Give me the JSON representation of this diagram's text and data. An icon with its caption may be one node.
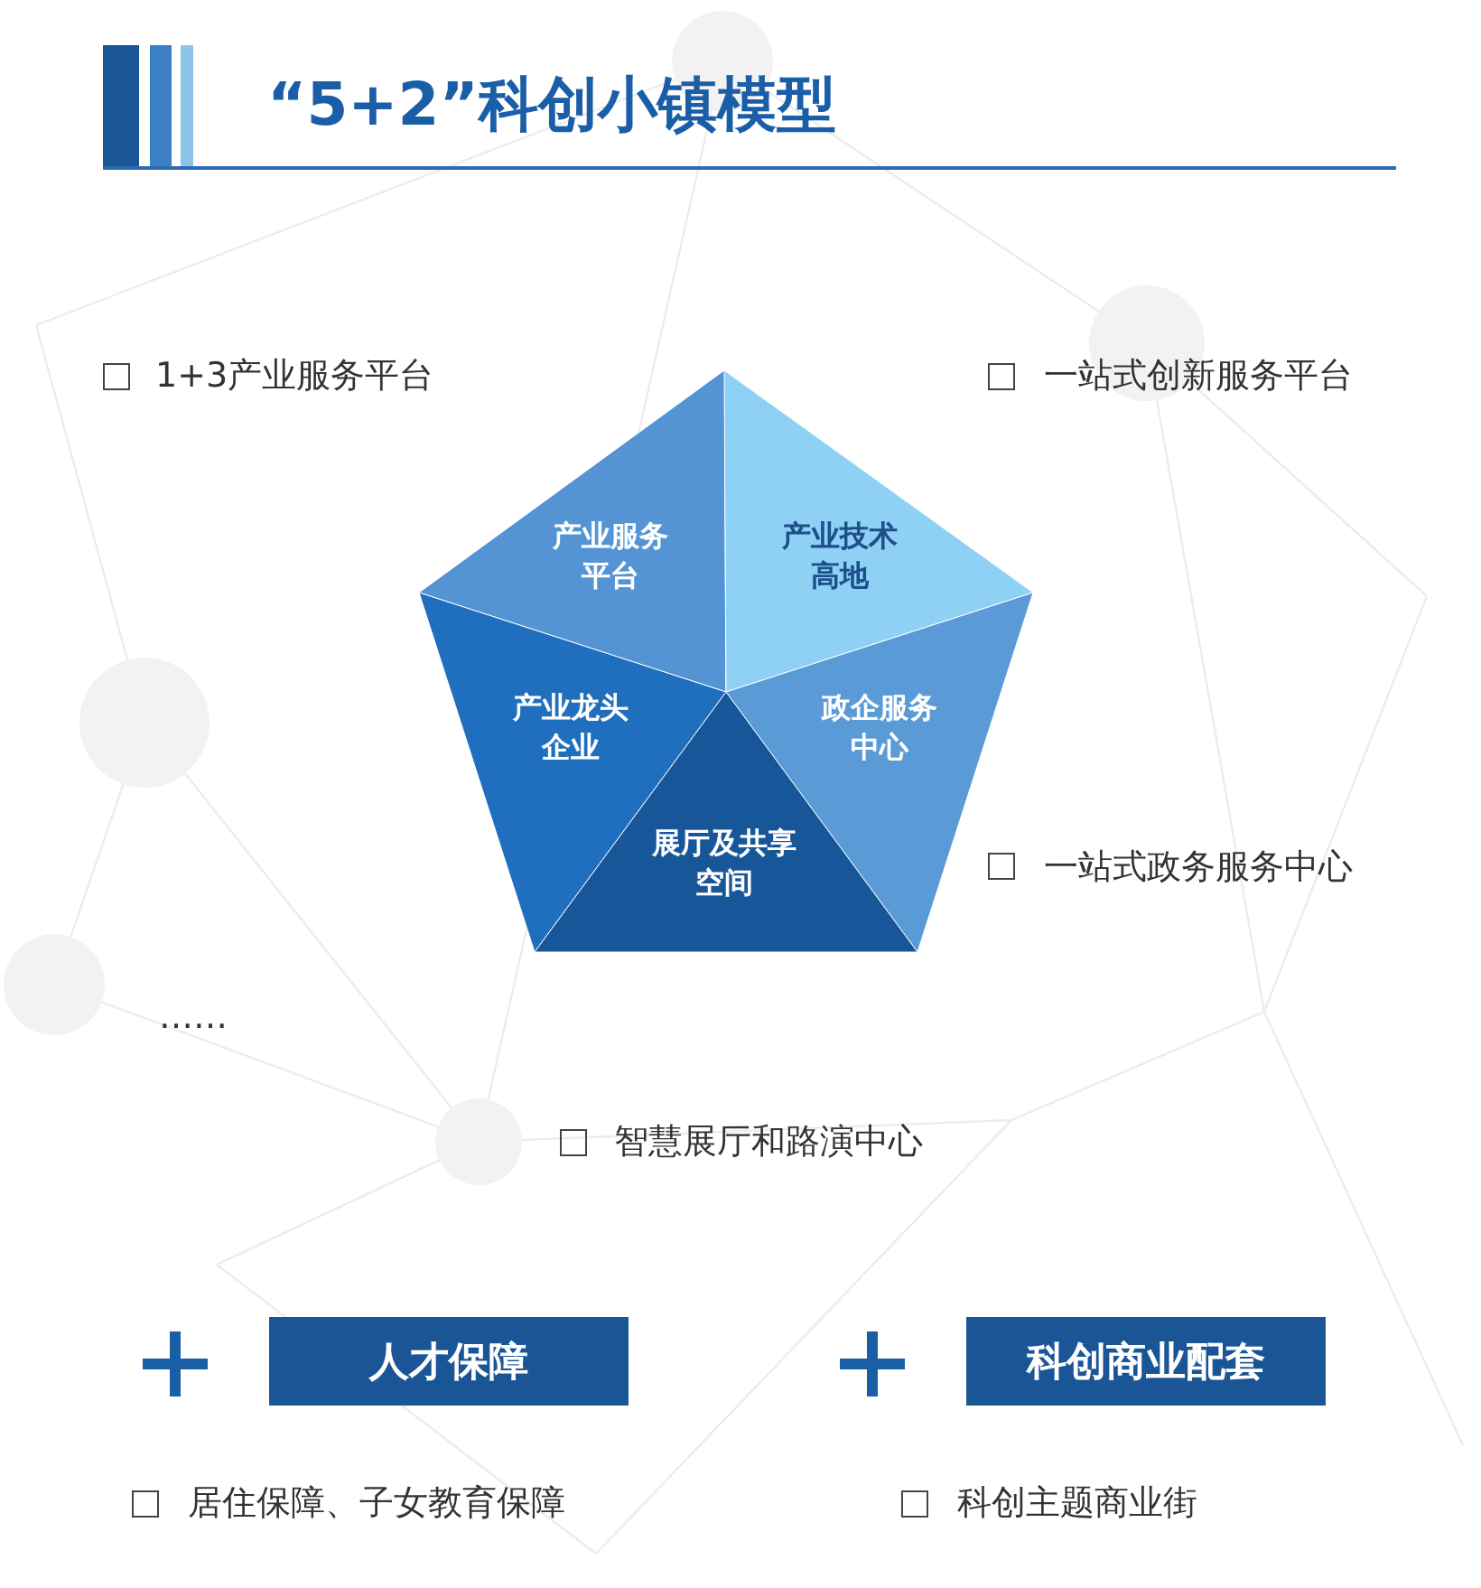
{
  "diagram": {
    "title": "“5+2”科创小镇模型",
    "nodes": [
      {
        "text": [
          "产业服务平台"
        ]
      },
      {
        "text": [
          "产业技术高地"
        ]
      },
      {
        "text": [
          "产业龙头企业"
        ]
      },
      {
        "text": [
          "政企服务中心"
        ]
      },
      {
        "text": [
          "展厅及共享空间"
        ]
      },
      {
        "text": [
          "人才保障"
        ]
      },
      {
        "text": [
          "科创商业配套"
        ]
      }
    ],
    "labels": [
      "1+3产业服务平台",
      "一站式创新服务平台",
      "一站式政务服务中心",
      "……",
      "智慧展厅和路演中心",
      "居住保障、子女教育保障",
      "科创主题商业街"
    ]
  }
}
